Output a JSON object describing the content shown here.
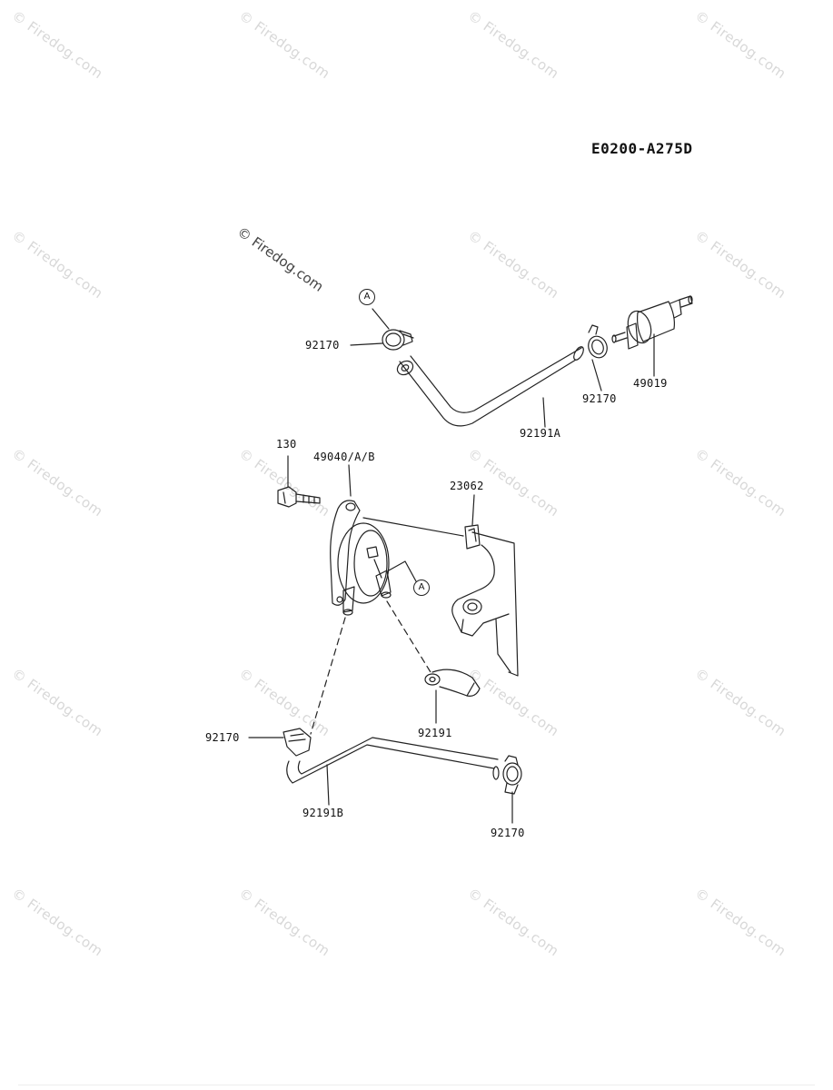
{
  "diagram_code": "E0200-A275D",
  "watermark_text": "© Firedog.com",
  "callout_A": "A",
  "labels": {
    "clamp_top_left": "92170",
    "clamp_top_right": "92170",
    "fuel_filter": "49019",
    "hose_top": "92191A",
    "bolt": "130",
    "fuel_pump": "49040/A/B",
    "bracket": "23062",
    "clamp_bottom_left": "92170",
    "hose_short": "92191",
    "hose_bottom": "92191B",
    "clamp_bottom_right": "92170"
  }
}
